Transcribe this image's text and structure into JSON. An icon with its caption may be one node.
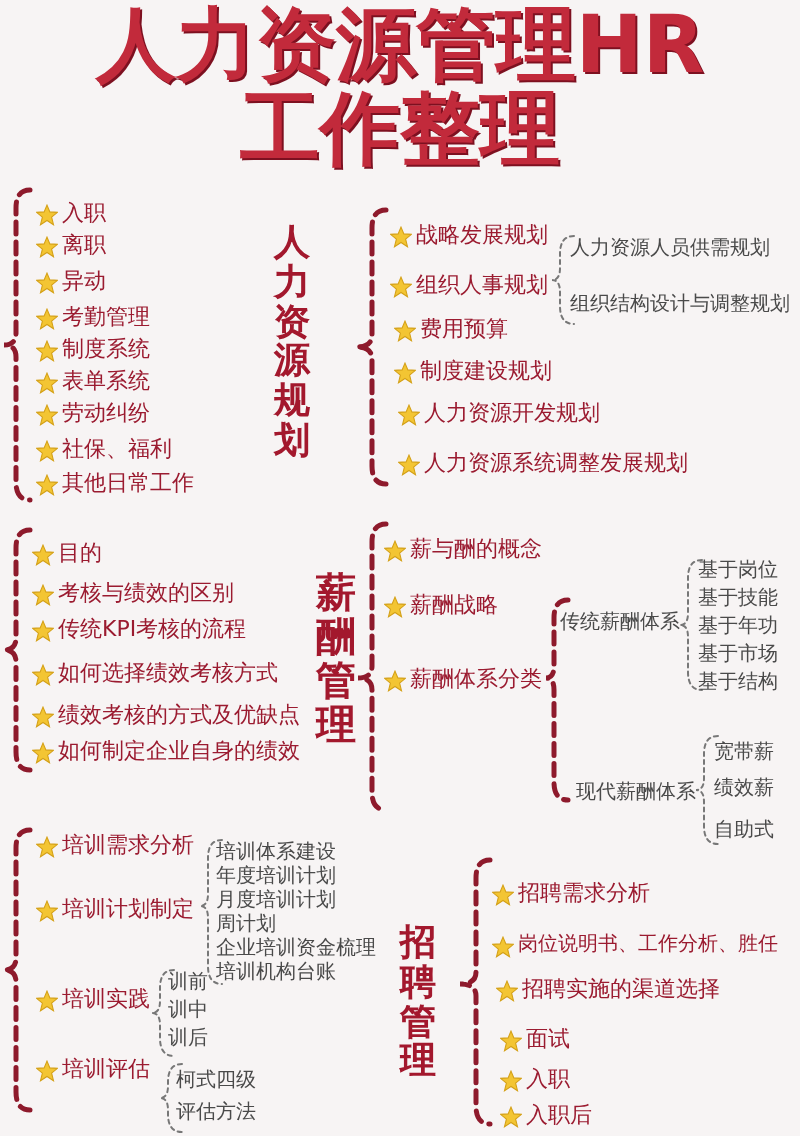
{
  "diagram": {
    "title": "人力资源管理HR工作整理",
    "labels": [
      "入职",
      "离职",
      "异动",
      "考勤管理",
      "制度系统",
      "表单系统",
      "劳动纠纷",
      "社保、福利",
      "其他日常工作",
      "人力资源规划",
      "战略发展规划",
      "组织人事规划",
      "费用预算",
      "制度建设规划",
      "人力资源开发规划",
      "人力资源系统调整发展规划",
      "人力资源人员供需规划",
      "组织结构设计与调整规划",
      "目的",
      "考核与绩效的区别",
      "传统KPI考核的流程",
      "如何选择绩效考核方式",
      "绩效考核的方式及优缺点",
      "如何制定企业自身的绩效",
      "薪酬管理",
      "薪与酬的概念",
      "薪酬战略",
      "薪酬体系分类",
      "传统薪酬体系",
      "基于岗位",
      "基于技能",
      "基于年功",
      "基于市场",
      "基于结构",
      "现代薪酬体系",
      "宽带薪",
      "绩效薪",
      "自助式",
      "培训需求分析",
      "培训计划制定",
      "培训体系建设",
      "年度培训计划",
      "月度培训计划",
      "周计划",
      "企业培训资金梳理",
      "培训机构台账",
      "培训实践",
      "训前",
      "训中",
      "训后",
      "培训评估",
      "柯式四级",
      "评估方法",
      "招聘管理",
      "招聘需求分析",
      "岗位说明书、工作分析、胜任",
      "招聘实施的渠道选择",
      "面试",
      "入职",
      "入职后"
    ]
  }
}
